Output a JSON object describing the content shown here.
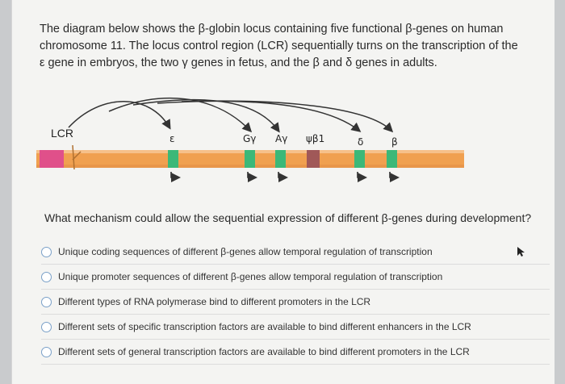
{
  "intro": {
    "text": "The diagram below shows the β-globin locus containing five functional β-genes on human chromosome 11. The locus control region (LCR) sequentially turns on the transcription of the ε gene in embryos, the two γ genes in fetus, and the β and δ genes in adults."
  },
  "diagram": {
    "lcr_label": "LCR",
    "gene_labels": [
      "ε",
      "Gγ",
      "Aγ",
      "ψβ1",
      "δ",
      "β"
    ],
    "colors": {
      "chromosome": "#f0a050",
      "lcr": "#e0508a",
      "gene": "#3cb878",
      "pseudogene": "#a05858",
      "arrow": "#333333"
    }
  },
  "question": {
    "text": "What mechanism could allow the sequential expression of different β-genes during development?"
  },
  "options": [
    "Unique coding sequences of different β-genes allow temporal regulation of transcription",
    "Unique promoter sequences of different β-genes allow temporal regulation of transcription",
    "Different types of RNA polymerase bind to different promoters in the LCR",
    "Different sets of specific transcription factors are available to bind different enhancers in the LCR",
    "Different sets of general transcription factors are available to bind different promoters in the LCR"
  ]
}
